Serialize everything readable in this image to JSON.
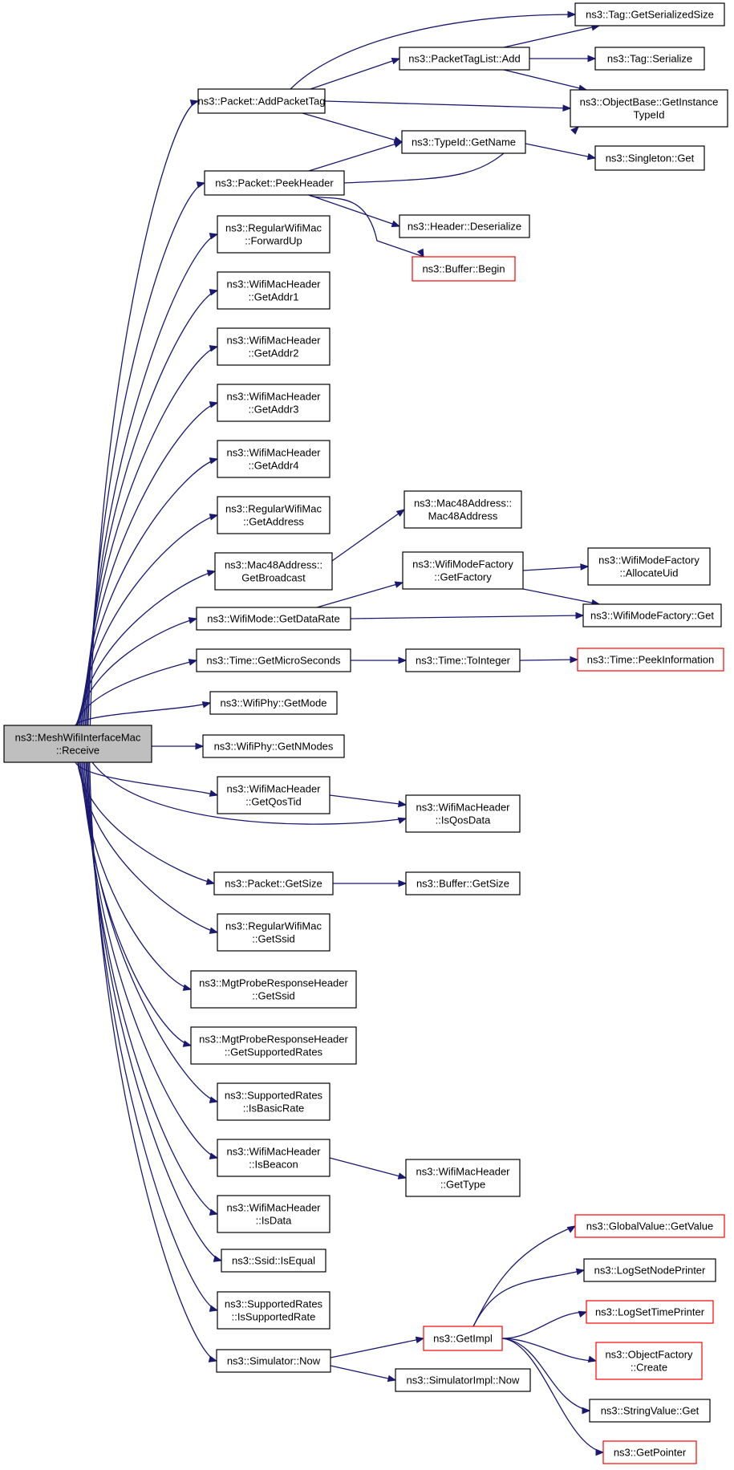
{
  "diagram": {
    "colors": {
      "edge": "#191970",
      "root_fill": "#bfbfbf",
      "box_border": "#000000",
      "truncated_border": "#ff0000"
    },
    "nodes": [
      {
        "id": "root",
        "lines": [
          "ns3::MeshWifiInterfaceMac",
          "::Receive"
        ],
        "root": true
      },
      {
        "id": "addPacketTag",
        "lines": [
          "ns3::Packet::AddPacketTag"
        ]
      },
      {
        "id": "peekHeader",
        "lines": [
          "ns3::Packet::PeekHeader"
        ]
      },
      {
        "id": "forwardUp",
        "lines": [
          "ns3::RegularWifiMac",
          "::ForwardUp"
        ]
      },
      {
        "id": "getAddr1",
        "lines": [
          "ns3::WifiMacHeader",
          "::GetAddr1"
        ]
      },
      {
        "id": "getAddr2",
        "lines": [
          "ns3::WifiMacHeader",
          "::GetAddr2"
        ]
      },
      {
        "id": "getAddr3",
        "lines": [
          "ns3::WifiMacHeader",
          "::GetAddr3"
        ]
      },
      {
        "id": "getAddr4",
        "lines": [
          "ns3::WifiMacHeader",
          "::GetAddr4"
        ]
      },
      {
        "id": "getAddress",
        "lines": [
          "ns3::RegularWifiMac",
          "::GetAddress"
        ]
      },
      {
        "id": "getBroadcast",
        "lines": [
          "ns3::Mac48Address::",
          "GetBroadcast"
        ]
      },
      {
        "id": "getDataRate",
        "lines": [
          "ns3::WifiMode::GetDataRate"
        ]
      },
      {
        "id": "getMicroSeconds",
        "lines": [
          "ns3::Time::GetMicroSeconds"
        ]
      },
      {
        "id": "getMode",
        "lines": [
          "ns3::WifiPhy::GetMode"
        ]
      },
      {
        "id": "getNModes",
        "lines": [
          "ns3::WifiPhy::GetNModes"
        ]
      },
      {
        "id": "getQosTid",
        "lines": [
          "ns3::WifiMacHeader",
          "::GetQosTid"
        ]
      },
      {
        "id": "getSize",
        "lines": [
          "ns3::Packet::GetSize"
        ]
      },
      {
        "id": "getSsidRWM",
        "lines": [
          "ns3::RegularWifiMac",
          "::GetSsid"
        ]
      },
      {
        "id": "getSsidMgt",
        "lines": [
          "ns3::MgtProbeResponseHeader",
          "::GetSsid"
        ]
      },
      {
        "id": "getSupportedRates",
        "lines": [
          "ns3::MgtProbeResponseHeader",
          "::GetSupportedRates"
        ]
      },
      {
        "id": "isBasicRate",
        "lines": [
          "ns3::SupportedRates",
          "::IsBasicRate"
        ]
      },
      {
        "id": "isBeacon",
        "lines": [
          "ns3::WifiMacHeader",
          "::IsBeacon"
        ]
      },
      {
        "id": "isData",
        "lines": [
          "ns3::WifiMacHeader",
          "::IsData"
        ]
      },
      {
        "id": "isEqual",
        "lines": [
          "ns3::Ssid::IsEqual"
        ]
      },
      {
        "id": "isSupportedRate",
        "lines": [
          "ns3::SupportedRates",
          "::IsSupportedRate"
        ]
      },
      {
        "id": "simNow",
        "lines": [
          "ns3::Simulator::Now"
        ]
      },
      {
        "id": "packetTagListAdd",
        "lines": [
          "ns3::PacketTagList::Add"
        ]
      },
      {
        "id": "typeIdGetName",
        "lines": [
          "ns3::TypeId::GetName"
        ]
      },
      {
        "id": "headerDeserialize",
        "lines": [
          "ns3::Header::Deserialize"
        ]
      },
      {
        "id": "bufferBegin",
        "lines": [
          "ns3::Buffer::Begin"
        ],
        "truncated": true
      },
      {
        "id": "mac48Ctor",
        "lines": [
          "ns3::Mac48Address::",
          "Mac48Address"
        ]
      },
      {
        "id": "getFactory",
        "lines": [
          "ns3::WifiModeFactory",
          "::GetFactory"
        ]
      },
      {
        "id": "toInteger",
        "lines": [
          "ns3::Time::ToInteger"
        ]
      },
      {
        "id": "isQosData",
        "lines": [
          "ns3::WifiMacHeader",
          "::IsQosData"
        ]
      },
      {
        "id": "bufferGetSize",
        "lines": [
          "ns3::Buffer::GetSize"
        ]
      },
      {
        "id": "getType",
        "lines": [
          "ns3::WifiMacHeader",
          "::GetType"
        ]
      },
      {
        "id": "getImpl",
        "lines": [
          "ns3::GetImpl"
        ],
        "truncated": true
      },
      {
        "id": "simImplNow",
        "lines": [
          "ns3::SimulatorImpl::Now"
        ]
      },
      {
        "id": "tagGetSerializedSize",
        "lines": [
          "ns3::Tag::GetSerializedSize"
        ]
      },
      {
        "id": "tagSerialize",
        "lines": [
          "ns3::Tag::Serialize"
        ]
      },
      {
        "id": "objectBaseGetInstanceTypeId",
        "lines": [
          "ns3::ObjectBase::GetInstance",
          "TypeId"
        ]
      },
      {
        "id": "singletonGet",
        "lines": [
          "ns3::Singleton::Get"
        ]
      },
      {
        "id": "allocateUid",
        "lines": [
          "ns3::WifiModeFactory",
          "::AllocateUid"
        ]
      },
      {
        "id": "wmfGet",
        "lines": [
          "ns3::WifiModeFactory::Get"
        ]
      },
      {
        "id": "peekInformation",
        "lines": [
          "ns3::Time::PeekInformation"
        ],
        "truncated": true
      },
      {
        "id": "globalValueGetValue",
        "lines": [
          "ns3::GlobalValue::GetValue"
        ],
        "truncated": true
      },
      {
        "id": "logSetNodePrinter",
        "lines": [
          "ns3::LogSetNodePrinter"
        ]
      },
      {
        "id": "logSetTimePrinter",
        "lines": [
          "ns3::LogSetTimePrinter"
        ],
        "truncated": true
      },
      {
        "id": "objectFactoryCreate",
        "lines": [
          "ns3::ObjectFactory",
          "::Create"
        ],
        "truncated": true
      },
      {
        "id": "stringValueGet",
        "lines": [
          "ns3::StringValue::Get"
        ]
      },
      {
        "id": "getPointer",
        "lines": [
          "ns3::GetPointer"
        ],
        "truncated": true
      }
    ],
    "edges": [
      [
        "root",
        "addPacketTag"
      ],
      [
        "root",
        "peekHeader"
      ],
      [
        "root",
        "forwardUp"
      ],
      [
        "root",
        "getAddr1"
      ],
      [
        "root",
        "getAddr2"
      ],
      [
        "root",
        "getAddr3"
      ],
      [
        "root",
        "getAddr4"
      ],
      [
        "root",
        "getAddress"
      ],
      [
        "root",
        "getBroadcast"
      ],
      [
        "root",
        "getDataRate"
      ],
      [
        "root",
        "getMicroSeconds"
      ],
      [
        "root",
        "getMode"
      ],
      [
        "root",
        "getNModes"
      ],
      [
        "root",
        "getQosTid"
      ],
      [
        "root",
        "isQosData"
      ],
      [
        "root",
        "getSize"
      ],
      [
        "root",
        "getSsidRWM"
      ],
      [
        "root",
        "getSsidMgt"
      ],
      [
        "root",
        "getSupportedRates"
      ],
      [
        "root",
        "isBasicRate"
      ],
      [
        "root",
        "isBeacon"
      ],
      [
        "root",
        "isData"
      ],
      [
        "root",
        "isEqual"
      ],
      [
        "root",
        "isSupportedRate"
      ],
      [
        "root",
        "simNow"
      ],
      [
        "addPacketTag",
        "tagGetSerializedSize"
      ],
      [
        "addPacketTag",
        "packetTagListAdd"
      ],
      [
        "addPacketTag",
        "objectBaseGetInstanceTypeId"
      ],
      [
        "addPacketTag",
        "typeIdGetName"
      ],
      [
        "packetTagListAdd",
        "tagGetSerializedSize"
      ],
      [
        "packetTagListAdd",
        "tagSerialize"
      ],
      [
        "packetTagListAdd",
        "objectBaseGetInstanceTypeId"
      ],
      [
        "peekHeader",
        "typeIdGetName"
      ],
      [
        "peekHeader",
        "objectBaseGetInstanceTypeId"
      ],
      [
        "peekHeader",
        "headerDeserialize"
      ],
      [
        "peekHeader",
        "bufferBegin"
      ],
      [
        "typeIdGetName",
        "singletonGet"
      ],
      [
        "getBroadcast",
        "mac48Ctor"
      ],
      [
        "getDataRate",
        "getFactory"
      ],
      [
        "getDataRate",
        "wmfGet"
      ],
      [
        "getFactory",
        "allocateUid"
      ],
      [
        "getFactory",
        "wmfGet"
      ],
      [
        "getMicroSeconds",
        "toInteger"
      ],
      [
        "toInteger",
        "peekInformation"
      ],
      [
        "getQosTid",
        "isQosData"
      ],
      [
        "getSize",
        "bufferGetSize"
      ],
      [
        "isBeacon",
        "getType"
      ],
      [
        "simNow",
        "getImpl"
      ],
      [
        "simNow",
        "simImplNow"
      ],
      [
        "getImpl",
        "globalValueGetValue"
      ],
      [
        "getImpl",
        "logSetNodePrinter"
      ],
      [
        "getImpl",
        "logSetTimePrinter"
      ],
      [
        "getImpl",
        "objectFactoryCreate"
      ],
      [
        "getImpl",
        "stringValueGet"
      ],
      [
        "getImpl",
        "getPointer"
      ]
    ]
  }
}
